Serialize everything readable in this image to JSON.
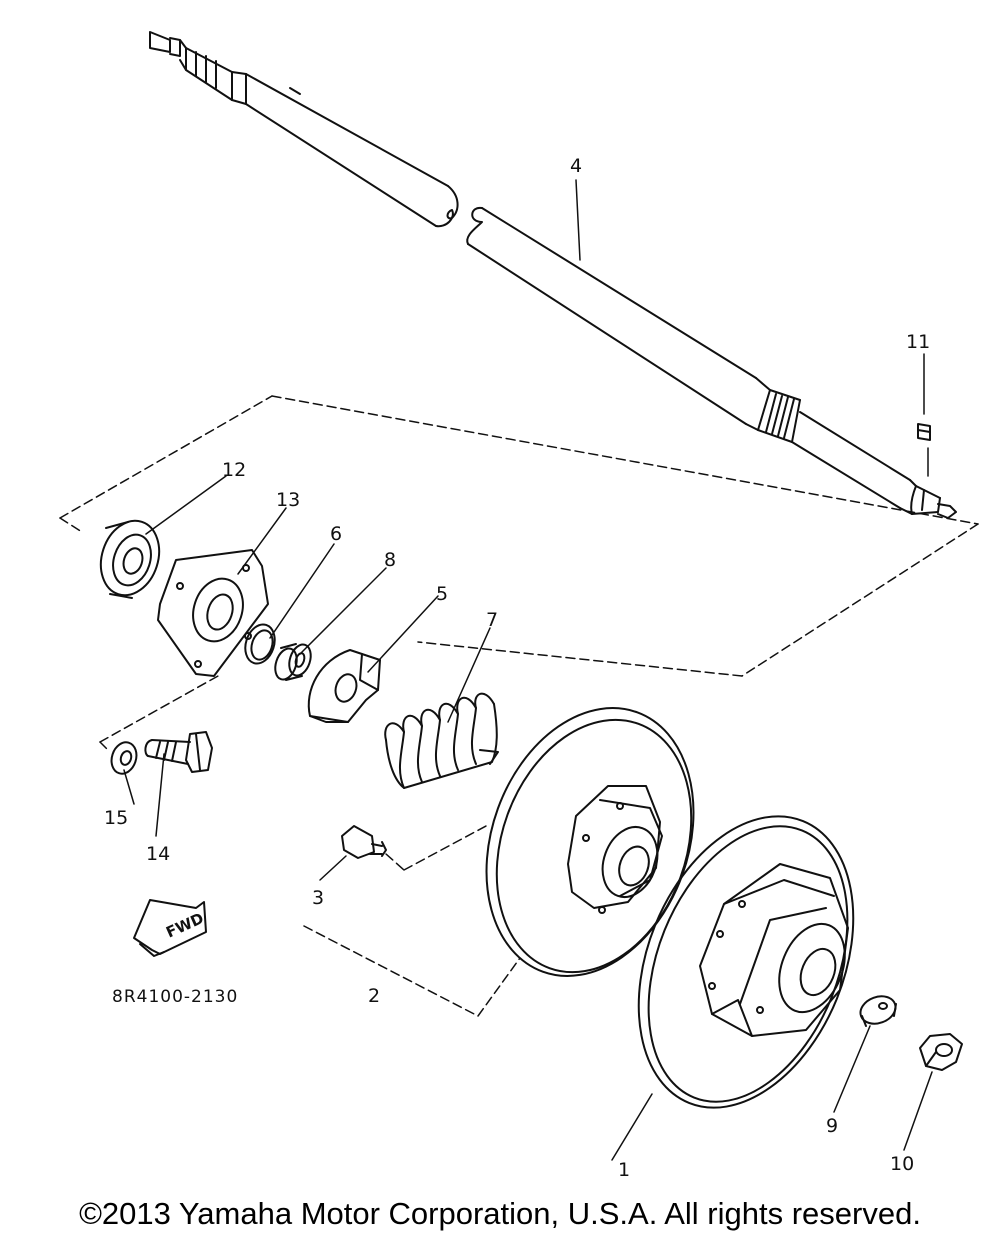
{
  "callouts": {
    "c1": "1",
    "c2": "2",
    "c3": "3",
    "c4": "4",
    "c5": "5",
    "c6": "6",
    "c7": "7",
    "c8": "8",
    "c9": "9",
    "c10": "10",
    "c11": "11",
    "c12": "12",
    "c13": "13",
    "c14": "14",
    "c15": "15"
  },
  "fwd_label": "FWD",
  "diagram_code": "8R4100-2130",
  "copyright": "©2013 Yamaha Motor Corporation, U.S.A. All rights reserved."
}
